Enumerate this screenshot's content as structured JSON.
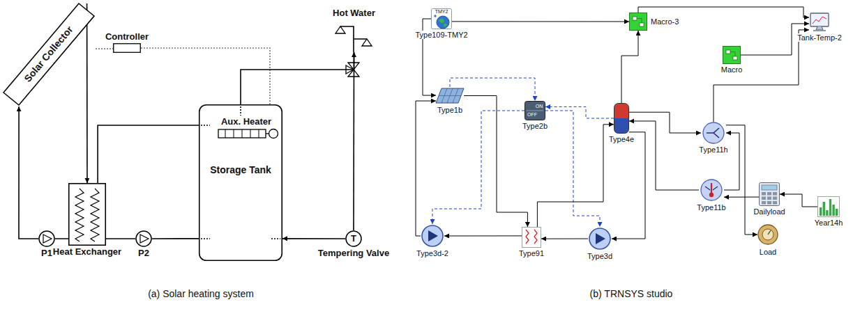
{
  "diagram": {
    "nodes": [
      {
        "text": [
          "Solar Collector"
        ]
      },
      {
        "text": [
          "Controller"
        ]
      },
      {
        "text": [
          "Hot Water"
        ]
      },
      {
        "text": [
          "Storage Tank"
        ]
      },
      {
        "text": [
          "Aux. Heater"
        ],
        "in": 3
      },
      {
        "text": [
          "Heat Exchanger"
        ]
      },
      {
        "text": [
          "P1"
        ]
      },
      {
        "text": [
          "P2"
        ]
      },
      {
        "text": [
          "T",
          "Tempering Valve"
        ]
      },
      {
        "text": [
          "TMY2",
          "Type109-TMY2"
        ]
      },
      {
        "text": [
          "Macro-3"
        ]
      },
      {
        "text": [
          "Tank-Temp-2"
        ]
      },
      {
        "text": [
          "Macro"
        ]
      },
      {
        "text": [
          "Type1b"
        ]
      },
      {
        "text": [
          "ON",
          "OFF",
          "Type2b"
        ]
      },
      {
        "text": [
          "Type4e"
        ]
      },
      {
        "text": [
          "Type11h"
        ]
      },
      {
        "text": [
          "Type11b"
        ]
      },
      {
        "text": [
          "Dailyload"
        ]
      },
      {
        "text": [
          "Year14h"
        ]
      },
      {
        "text": [
          "Load"
        ]
      },
      {
        "text": [
          "Type3d-2"
        ]
      },
      {
        "text": [
          "Type91"
        ]
      },
      {
        "text": [
          "Type3d"
        ]
      }
    ],
    "edges": [
      {
        "from": 0,
        "to": 5,
        "arrow": "to"
      },
      {
        "from": 5,
        "to": 6,
        "arrow": "none"
      },
      {
        "from": 6,
        "to": 0,
        "arrow": "to"
      },
      {
        "from": 7,
        "to": 5,
        "arrow": "none"
      },
      {
        "from": 3,
        "to": 7,
        "arrow": "none"
      },
      {
        "from": 5,
        "to": 3,
        "arrow": "none"
      },
      {
        "from": 1,
        "to": 0,
        "arrow": "none"
      },
      {
        "from": 1,
        "to": 3,
        "arrow": "none"
      },
      {
        "from": 3,
        "to": 2,
        "arrow": "to"
      },
      {
        "from": 8,
        "to": 2,
        "arrow": "none"
      },
      {
        "from": 8,
        "to": 3,
        "arrow": "to"
      },
      {
        "from": 9,
        "to": 10,
        "arrow": "to"
      },
      {
        "from": 9,
        "to": 13,
        "arrow": "to"
      },
      {
        "from": 10,
        "to": 11,
        "arrow": "to"
      },
      {
        "from": 12,
        "to": 11,
        "arrow": "to"
      },
      {
        "from": 13,
        "to": 22,
        "arrow": "to"
      },
      {
        "from": 22,
        "to": 21,
        "arrow": "to"
      },
      {
        "from": 21,
        "to": 13,
        "arrow": "to"
      },
      {
        "from": 14,
        "to": 21,
        "arrow": "to"
      },
      {
        "from": 14,
        "to": 23,
        "arrow": "to"
      },
      {
        "from": 13,
        "to": 14,
        "arrow": "to"
      },
      {
        "from": 15,
        "to": 14,
        "arrow": "to"
      },
      {
        "from": 15,
        "to": 23,
        "arrow": "to"
      },
      {
        "from": 23,
        "to": 22,
        "arrow": "to"
      },
      {
        "from": 22,
        "to": 15,
        "arrow": "to"
      },
      {
        "from": 15,
        "to": 16,
        "arrow": "to"
      },
      {
        "from": 17,
        "to": 16,
        "arrow": "to"
      },
      {
        "from": 17,
        "to": 15,
        "arrow": "to"
      },
      {
        "from": 18,
        "to": 17,
        "arrow": "to"
      },
      {
        "from": 19,
        "to": 18,
        "arrow": "to"
      },
      {
        "from": 16,
        "to": 20,
        "arrow": "to"
      },
      {
        "from": 16,
        "to": 11,
        "arrow": "to"
      },
      {
        "from": 15,
        "to": 10,
        "arrow": "to"
      }
    ],
    "labels": [
      "(a) Solar heating system",
      "(b) TRNSYS studio"
    ]
  }
}
